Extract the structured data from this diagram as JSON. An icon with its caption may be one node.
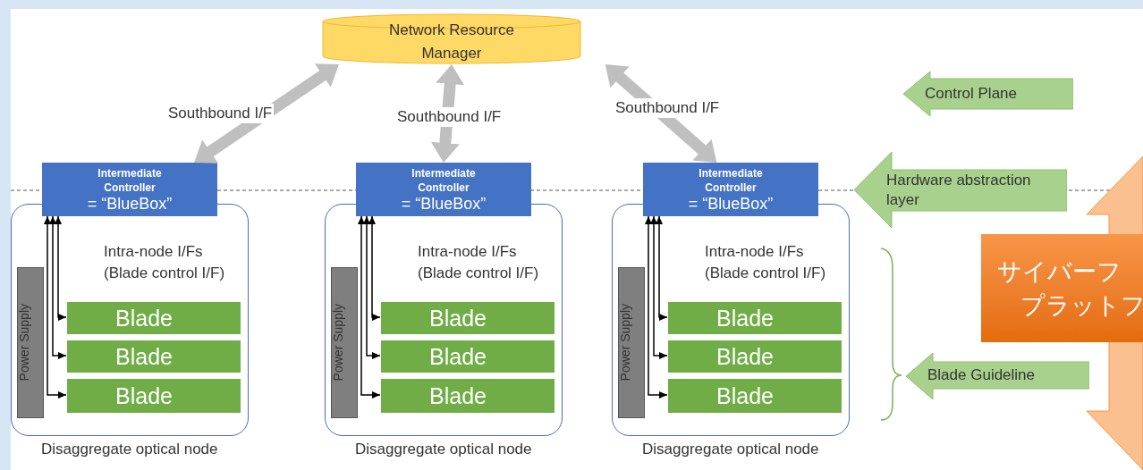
{
  "diagram": {
    "nodes": [
      {
        "text": [
          "Network Resource Manager"
        ]
      },
      {
        "text": [],
        "shape": "box",
        "beside": [
          "Disaggregate optical node"
        ]
      },
      {
        "text": [
          "Intermediate Controller",
          "= “BlueBox”"
        ]
      },
      {
        "text": [
          "Power Supply"
        ],
        "in": 1
      },
      {
        "text": [
          "Blade"
        ],
        "in": 1
      },
      {
        "text": [
          "Blade"
        ],
        "in": 1
      },
      {
        "text": [
          "Blade"
        ],
        "in": 1
      },
      {
        "text": [],
        "shape": "box",
        "beside": [
          "Disaggregate optical node"
        ]
      },
      {
        "text": [
          "Intermediate Controller",
          "= “BlueBox”"
        ]
      },
      {
        "text": [
          "Power Supply"
        ],
        "in": 7
      },
      {
        "text": [
          "Blade"
        ],
        "in": 7
      },
      {
        "text": [
          "Blade"
        ],
        "in": 7
      },
      {
        "text": [
          "Blade"
        ],
        "in": 7
      },
      {
        "text": [],
        "shape": "box",
        "beside": [
          "Disaggregate optical node"
        ]
      },
      {
        "text": [
          "Intermediate Controller",
          "= “BlueBox”"
        ]
      },
      {
        "text": [
          "Power Supply"
        ],
        "in": 13
      },
      {
        "text": [
          "Blade"
        ],
        "in": 13
      },
      {
        "text": [
          "Blade"
        ],
        "in": 13
      },
      {
        "text": [
          "Blade"
        ],
        "in": 13
      },
      {
        "text": [
          "Control Plane"
        ]
      },
      {
        "text": [
          "Hardware abstraction layer"
        ]
      },
      {
        "text": [
          "サイバーフ",
          "プラットフ"
        ]
      },
      {
        "text": [
          "Blade Guideline"
        ]
      },
      {
        "text": [],
        "shape": "arrow"
      }
    ],
    "edges": [
      {
        "from": 2,
        "to": 0,
        "arrow": "both",
        "label": "Southbound I/F",
        "style": "thick",
        "color": "#bfbfbf"
      },
      {
        "from": 8,
        "to": 0,
        "arrow": "both",
        "label": "Southbound I/F",
        "style": "thick",
        "color": "#bfbfbf"
      },
      {
        "from": 14,
        "to": 0,
        "arrow": "both",
        "label": "Southbound I/F",
        "style": "thick",
        "color": "#bfbfbf"
      },
      {
        "from": 2,
        "to": 4,
        "arrow": "both"
      },
      {
        "from": 2,
        "to": 5,
        "arrow": "both"
      },
      {
        "from": 2,
        "to": 6,
        "arrow": "both"
      },
      {
        "from": 8,
        "to": 10,
        "arrow": "both"
      },
      {
        "from": 8,
        "to": 11,
        "arrow": "both"
      },
      {
        "from": 8,
        "to": 12,
        "arrow": "both"
      },
      {
        "from": 14,
        "to": 16,
        "arrow": "both"
      },
      {
        "from": 14,
        "to": 17,
        "arrow": "both"
      },
      {
        "from": 14,
        "to": 18,
        "arrow": "both"
      }
    ],
    "labels": [
      "Intra-node I/Fs (Blade control I/F)",
      "Intra-node I/Fs (Blade control I/F)",
      "Intra-node I/Fs (Blade control I/F)"
    ]
  }
}
